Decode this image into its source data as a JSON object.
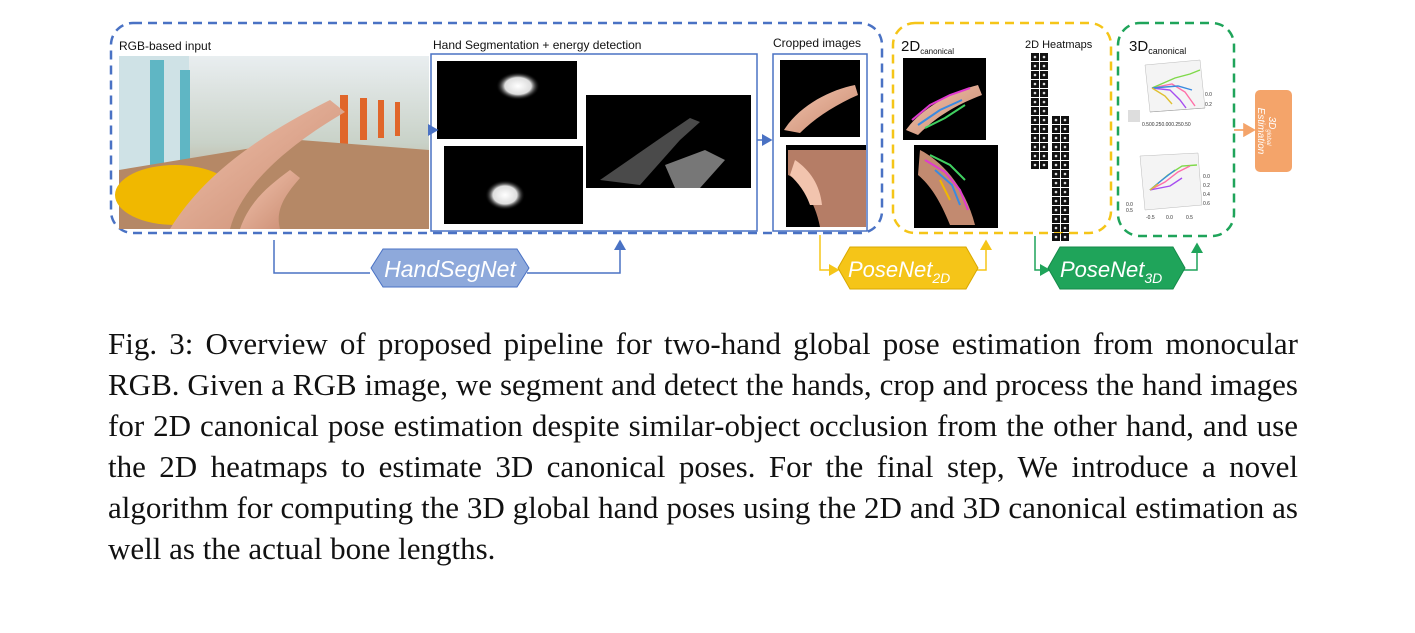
{
  "figure": {
    "labels": {
      "rgb_input": "RGB-based input",
      "hand_seg": "Hand Segmentation + energy detection",
      "cropped": "Cropped images",
      "canonical_2d_main": "2D",
      "canonical_2d_sub": "canonical",
      "heatmaps_2d": "2D Heatmaps",
      "canonical_3d_main": "3D",
      "canonical_3d_sub": "canonical"
    },
    "networks": {
      "handsegnet": "HandSegNet",
      "posenet2d_main": "PoseNet",
      "posenet2d_sub": "2D",
      "posenet3d_main": "PoseNet",
      "posenet3d_sub": "3D"
    },
    "global_estimation": {
      "main": "3D",
      "sub": "global",
      "line2": "Estimation"
    },
    "plot_ticks": {
      "top_y": [
        "0.0",
        "0.2"
      ],
      "top_x": "0.500.250.000.250.50",
      "bottom_y": [
        "0.0",
        "0.2",
        "0.4",
        "0.6"
      ],
      "bottom_x": [
        "-0.5",
        "0.0",
        "0.5"
      ],
      "bottom_left": [
        "0.0",
        "0.5"
      ]
    },
    "colors": {
      "blue": "#4a72c4",
      "yellow": "#f5c518",
      "green": "#1fa45a",
      "orange": "#f4a46a"
    }
  },
  "caption": {
    "label": "Fig. 3:",
    "text": "Overview of proposed pipeline for two-hand global pose estimation from monocular RGB. Given a RGB image, we segment and detect the hands, crop and process the hand images for 2D canonical pose estimation despite similar-object occlusion from the other hand, and use the 2D heatmaps to estimate 3D canonical poses. For the final step, We introduce a novel algorithm for computing the 3D global hand poses using the 2D and 3D canonical estimation as well as the actual bone lengths."
  }
}
